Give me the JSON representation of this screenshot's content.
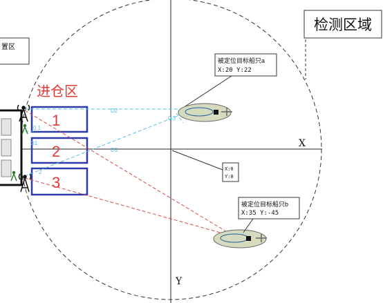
{
  "region_title": "检测区域",
  "left_box_partial": "置区",
  "entry_zone_title": "进仓区",
  "bays": [
    {
      "number": "1"
    },
    {
      "number": "2"
    },
    {
      "number": "3"
    }
  ],
  "axes": {
    "x_label": "X",
    "y_label": "Y"
  },
  "origin": {
    "x_line": "X:0",
    "y_line": "Y:0"
  },
  "ships": [
    {
      "title": "被定位目标船只a",
      "coords": "X:20  Y:22"
    },
    {
      "title": "被定位目标船只b",
      "coords": "X:35  Y:-45"
    }
  ],
  "line_labels": {
    "d2": "D2",
    "d3": "D3",
    "near_ship_a": "0.3",
    "tower_top_a": "0.1",
    "tower_top_b": "D1",
    "tower_mid": "2"
  },
  "colors": {
    "bay_border": "#2b3aa8",
    "bay_number": "#e53935",
    "entry_zone_title": "#e53935",
    "blue_dash": "#5bbde0",
    "red_dash": "#d84a4a",
    "ship_fill": "#d6dbbf",
    "antenna": "#2e7d32"
  }
}
